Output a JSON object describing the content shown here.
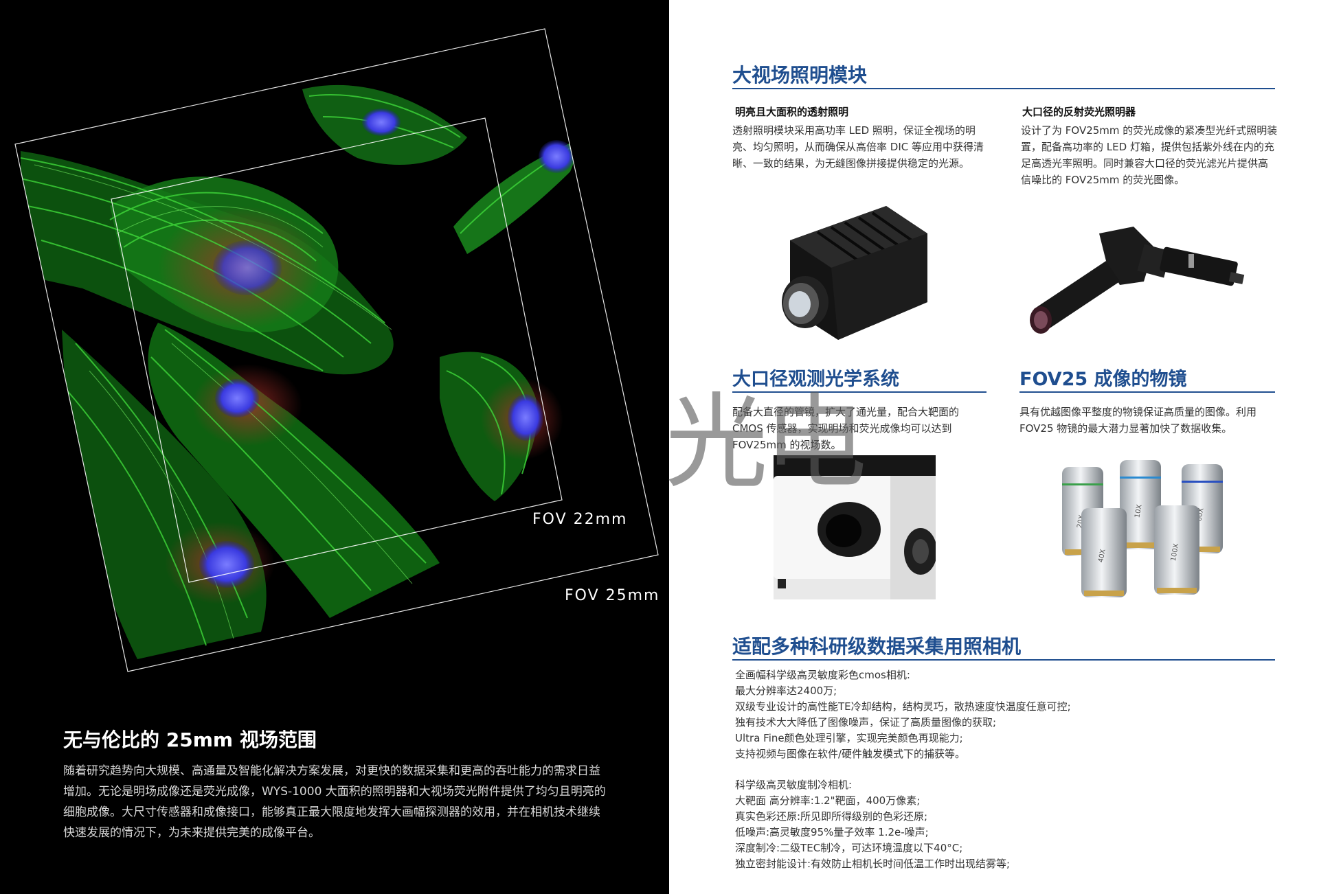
{
  "left": {
    "fov_22_label": "FOV 22mm",
    "fov_25_label": "FOV 25mm",
    "title": "无与伦比的 25mm 视场范围",
    "body": "随着研究趋势向大规模、高通量及智能化解决方案发展，对更快的数据采集和更高的吞吐能力的需求日益增加。无论是明场成像还是荧光成像，WYS-1000 大面积的照明器和大视场荧光附件提供了均匀且明亮的细胞成像。大尺寸传感器和成像接口，能够真正最大限度地发挥大画幅探测器的效用，并在相机技术继续快速发展的情况下，为未来提供完美的成像平台。"
  },
  "illumination": {
    "title": "大视场照明模块",
    "col1_subtitle": "明亮且大面积的透射照明",
    "col1_text": "透射照明模块采用高功率 LED 照明，保证全视场的明亮、均匀照明，从而确保从高倍率 DIC 等应用中获得清晰、一致的结果，为无缝图像拼接提供稳定的光源。",
    "col2_subtitle": "大口径的反射荧光照明器",
    "col2_text": "设计了为 FOV25mm 的荧光成像的紧凑型光纤式照明装置，配备高功率的 LED 灯箱，提供包括紫外线在内的充足高透光率照明。同时兼容大口径的荧光滤光片提供高信噪比的 FOV25mm 的荧光图像。"
  },
  "optics": {
    "title": "大口径观测光学系统",
    "text": "配备大直径的管镜，扩大了通光量，配合大靶面的 CMOS 传感器，实现明场和荧光成像均可以达到 FOV25mm 的视场数。"
  },
  "objective": {
    "title": "FOV25 成像的物镜",
    "text": "具有优越图像平整度的物镜保证高质量的图像。利用 FOV25 物镜的最大潜力显著加快了数据收集。",
    "lens_labels": [
      "20X",
      "10X",
      "60X",
      "40X",
      "100X"
    ]
  },
  "camera": {
    "title": "适配多种科研级数据采集用照相机",
    "group1": [
      "全画幅科学级高灵敏度彩色cmos相机:",
      "最大分辨率达2400万;",
      "双级专业设计的高性能TE冷却结构，结构灵巧，散热速度快温度任意可控;",
      "独有技术大大降低了图像噪声，保证了高质量图像的获取;",
      "Ultra Fine颜色处理引擎，实现完美颜色再现能力;",
      "支持视频与图像在软件/硬件触发模式下的捕获等。"
    ],
    "group2": [
      "科学级高灵敏度制冷相机:",
      "大靶面 高分辨率:1.2\"靶面，400万像素;",
      "真实色彩还原:所见即所得级别的色彩还原;",
      "低噪声:高灵敏度95%量子效率 1.2e-噪声;",
      "深度制冷:二级TEC制冷，可达环境温度以下40°C;",
      "独立密封能设计:有效防止相机长时间低温工作时出现结雾等;"
    ]
  },
  "watermark": "光电",
  "colors": {
    "accent": "#1f4e8f",
    "left_bg": "#000000"
  }
}
